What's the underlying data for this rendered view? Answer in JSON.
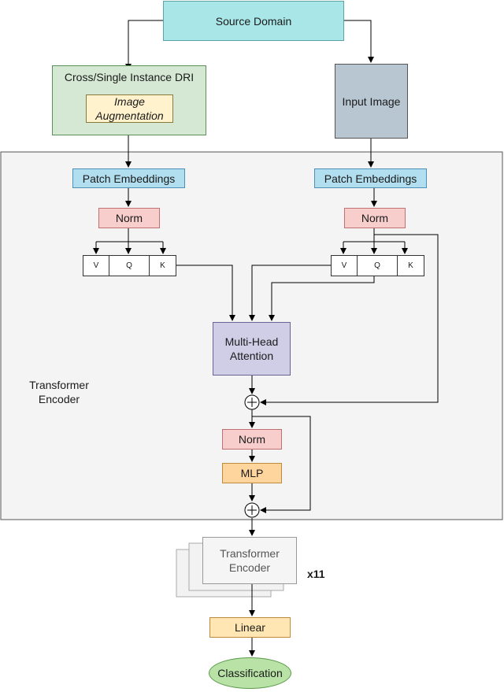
{
  "nodes": {
    "source_domain": "Source Domain",
    "dri": "Cross/Single Instance DRI",
    "augmentation": "Image Augmentation",
    "input_image": "Input Image",
    "patch_left": "Patch Embeddings",
    "patch_right": "Patch Embeddings",
    "norm_left": "Norm",
    "norm_right": "Norm",
    "mha": "Multi-Head Attention",
    "norm_mid": "Norm",
    "mlp": "MLP",
    "encoder_stack": "Transformer Encoder",
    "repeat": "x11",
    "linear": "Linear",
    "classification": "Classification"
  },
  "qkv_left": [
    "V",
    "Q",
    "K"
  ],
  "qkv_right": [
    "V",
    "Q",
    "K"
  ],
  "group_label": "Transformer Encoder",
  "colors": {
    "source_domain": "#a9e6e8",
    "dri": "#d5e8d4",
    "augmentation": "#fff2cc",
    "input_image": "#b8c6d2",
    "patch": "#b2dff0",
    "norm": "#f8cecc",
    "mha": "#d0cee6",
    "mlp": "#ffd59e",
    "linear": "#ffe6b3",
    "classification": "#b9e3a6",
    "encoder_region": "#f4f4f4"
  }
}
